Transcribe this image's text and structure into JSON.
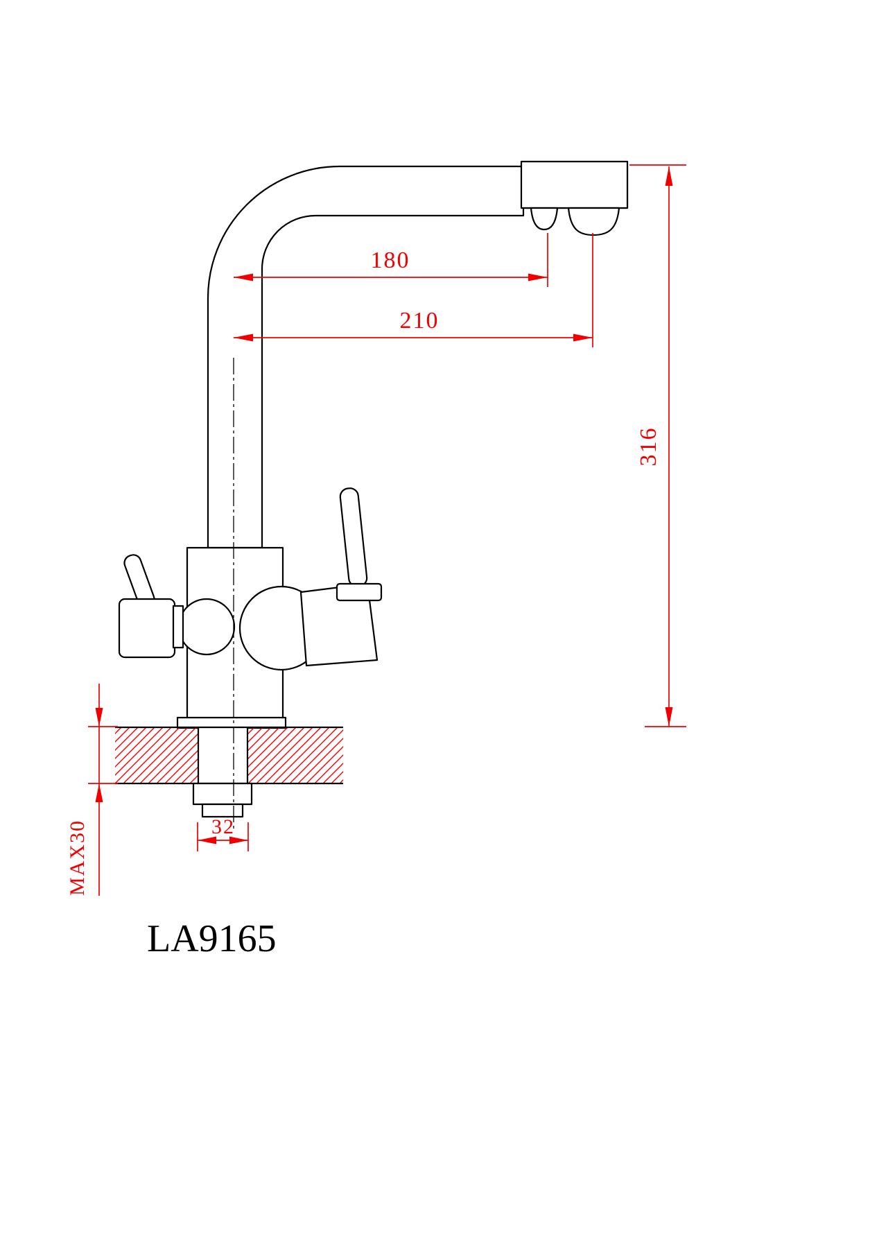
{
  "drawing": {
    "model": "LA9165",
    "dimensions": {
      "reach_filtered": "180",
      "reach_main": "210",
      "height": "316",
      "shank": "32",
      "max_counter": "MAX30"
    },
    "colors": {
      "outline": "#000000",
      "dimension": "#f20000",
      "background": "#ffffff"
    }
  }
}
